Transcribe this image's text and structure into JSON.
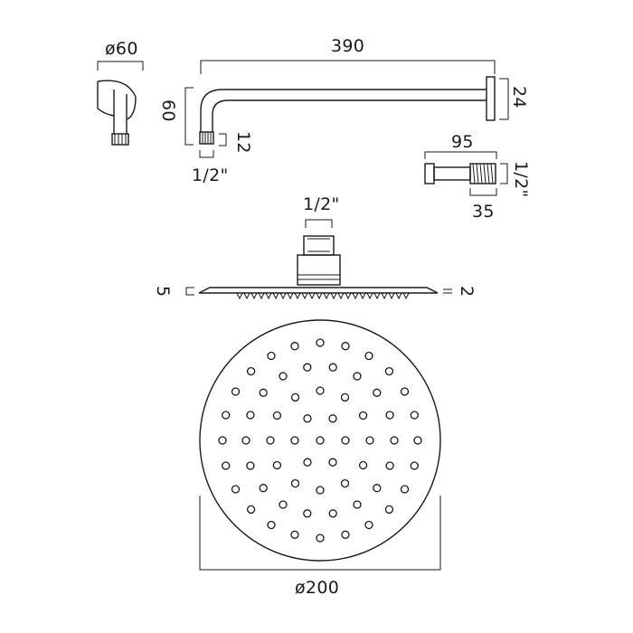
{
  "dimensions": {
    "flange_diameter": "ø60",
    "arm_length": "390",
    "arm_drop": "60",
    "arm_plate": "24",
    "arm_thread_length": "12",
    "arm_thread_size": "1/2\"",
    "extension_length": "95",
    "extension_thread_size": "1/2\"",
    "extension_thread_length": "35",
    "head_inlet_size": "1/2\"",
    "head_rim_thickness": "5",
    "head_plate_thickness": "2",
    "head_diameter": "ø200"
  }
}
